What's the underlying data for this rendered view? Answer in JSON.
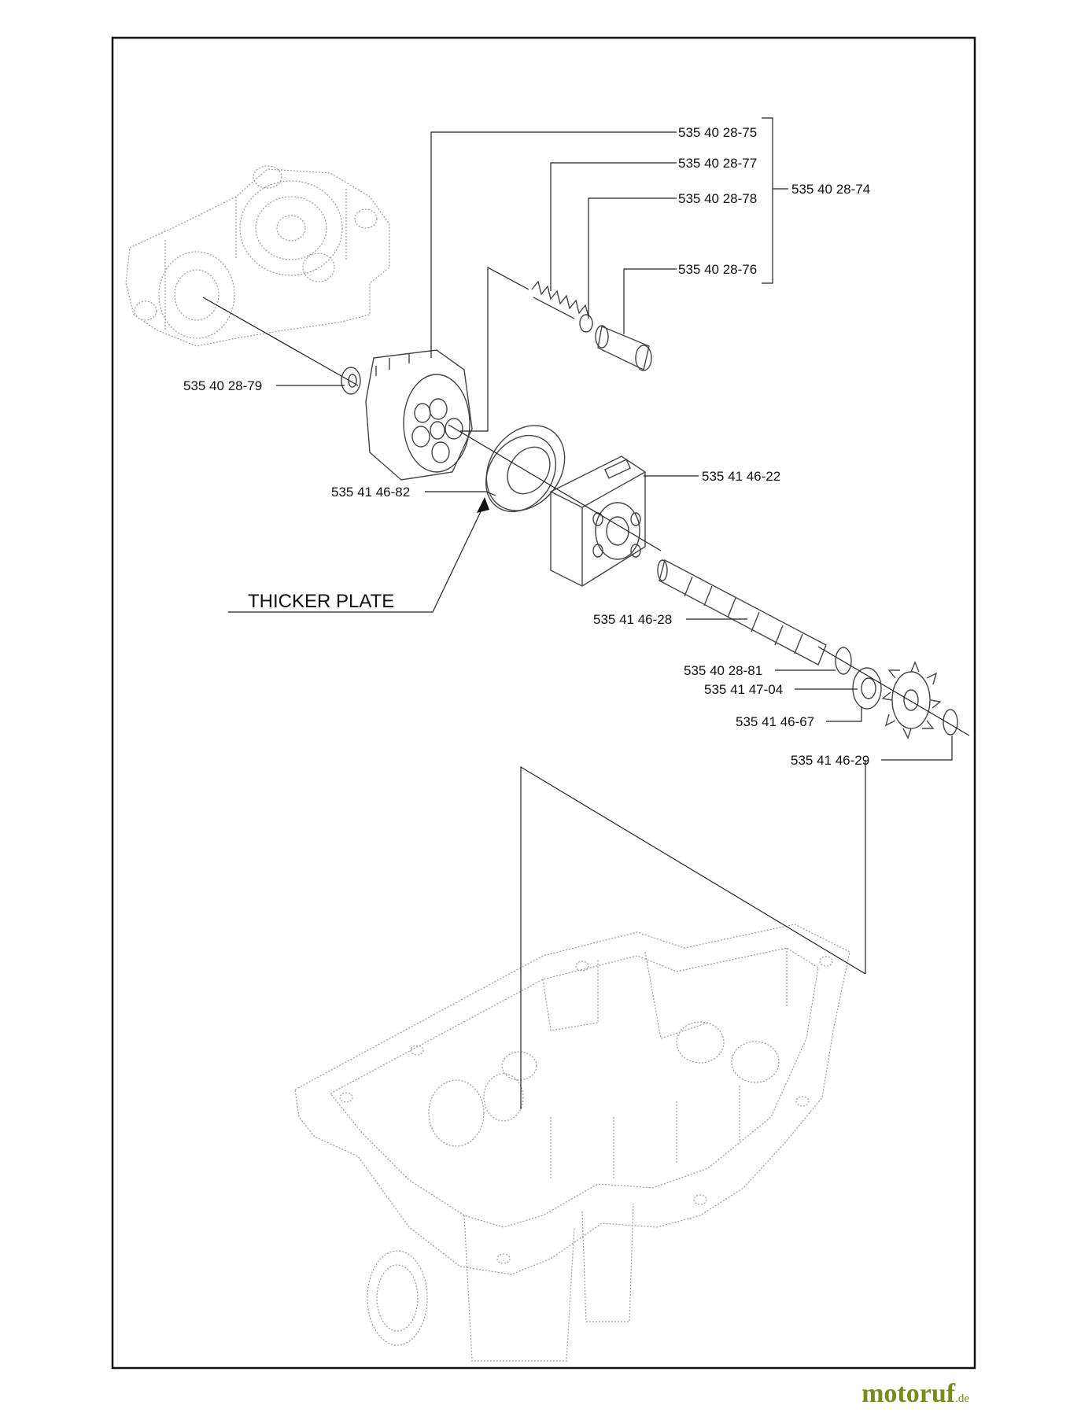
{
  "diagram": {
    "callouts": {
      "p_535402875": "535 40 28-75",
      "p_535402877": "535 40 28-77",
      "p_535402878": "535 40 28-78",
      "p_535402876": "535 40 28-76",
      "p_535402874": "535 40 28-74",
      "p_535402879": "535 40 28-79",
      "p_535414682": "535 41 46-82",
      "p_535414622": "535 41 46-22",
      "p_535414628": "535 41 46-28",
      "p_535402881": "535 40 28-81",
      "p_535414704": "535 41 47-04",
      "p_535414667": "535 41 46-67",
      "p_535414629": "535 41 46-29"
    },
    "note": "THICKER PLATE"
  },
  "watermark": {
    "brand": "motoruf",
    "suffix": ".de"
  }
}
